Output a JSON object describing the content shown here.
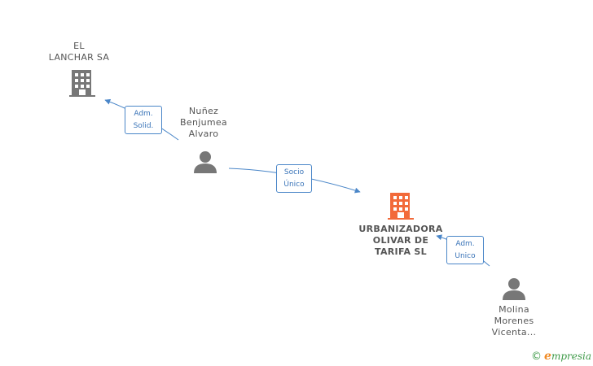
{
  "colors": {
    "company": "#777777",
    "company_main": "#f26a3a",
    "person": "#777777",
    "edge": "#4a86c8"
  },
  "nodes": {
    "el_lanchar": {
      "label_lines": [
        "EL",
        "LANCHAR SA"
      ],
      "icon": "building-icon"
    },
    "urbanizadora": {
      "label_lines": [
        "URBANIZADORA",
        "OLIVAR DE",
        "TARIFA  SL"
      ],
      "icon": "building-icon"
    },
    "nunez": {
      "label_lines": [
        "Nuñez",
        "Benjumea",
        "Alvaro"
      ],
      "icon": "person-icon"
    },
    "molina": {
      "label_lines": [
        "Molina",
        "Morenes",
        "Vicenta..."
      ],
      "icon": "person-icon"
    }
  },
  "edges": {
    "adm_solid": {
      "label_lines": [
        "Adm.",
        "Solid."
      ]
    },
    "socio_unico": {
      "label_lines": [
        "Socio",
        "Único"
      ]
    },
    "adm_unico": {
      "label_lines": [
        "Adm.",
        "Unico"
      ]
    }
  },
  "watermark": {
    "copyright": "©",
    "brand_initial": "e",
    "brand_rest": "mpresia"
  }
}
